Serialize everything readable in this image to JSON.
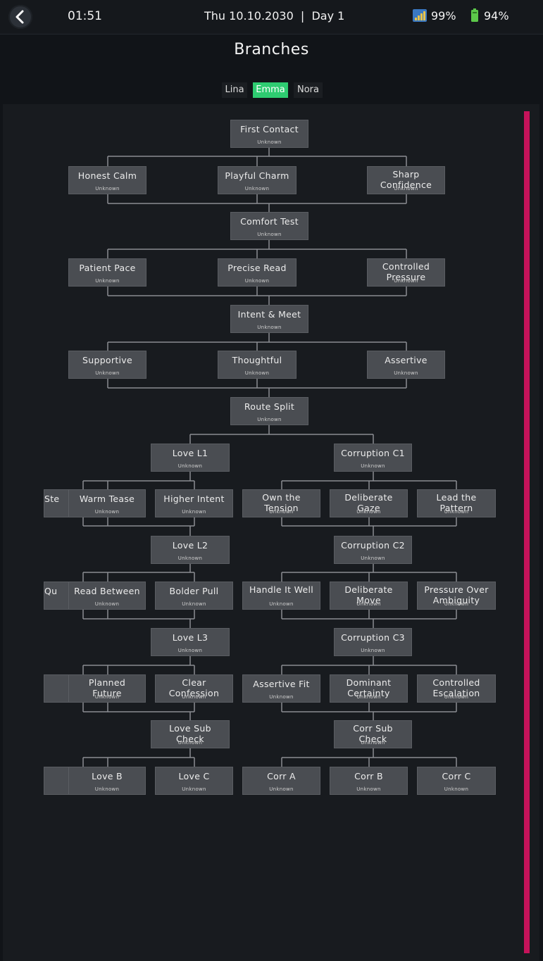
{
  "status_bar": {
    "time": "01:51",
    "date": "Thu 10.10.2030  |  Day 1",
    "signal": "99%",
    "battery": "94%"
  },
  "page": {
    "title": "Branches",
    "tabs": [
      {
        "label": "Lina",
        "active": false
      },
      {
        "label": "Emma",
        "active": true
      },
      {
        "label": "Nora",
        "active": false
      }
    ]
  },
  "colors": {
    "accent_active_tab": "#2ecc71",
    "scrollbar": "#c4135a",
    "node_bg": "#4a4d52",
    "line": "#8a8d92"
  },
  "icons": {
    "back": "chevron-left-icon",
    "signal": "signal-bars-icon",
    "battery": "battery-icon"
  },
  "tree": [
    {
      "id": "first-contact",
      "label": "First Contact",
      "status": "Unknown"
    },
    {
      "id": "honest-calm",
      "label": "Honest Calm",
      "status": "Unknown"
    },
    {
      "id": "playful-charm",
      "label": "Playful Charm",
      "status": "Unknown"
    },
    {
      "id": "sharp-confidence",
      "label": "Sharp Confidence",
      "status": "Unknown"
    },
    {
      "id": "comfort-test",
      "label": "Comfort Test",
      "status": "Unknown"
    },
    {
      "id": "patient-pace",
      "label": "Patient Pace",
      "status": "Unknown"
    },
    {
      "id": "precise-read",
      "label": "Precise Read",
      "status": "Unknown"
    },
    {
      "id": "controlled-pressure",
      "label": "Controlled Pressure",
      "status": "Unknown"
    },
    {
      "id": "intent-meet",
      "label": "Intent & Meet",
      "status": "Unknown"
    },
    {
      "id": "supportive",
      "label": "Supportive",
      "status": "Unknown"
    },
    {
      "id": "thoughtful",
      "label": "Thoughtful",
      "status": "Unknown"
    },
    {
      "id": "assertive",
      "label": "Assertive",
      "status": "Unknown"
    },
    {
      "id": "route-split",
      "label": "Route Split",
      "status": "Unknown"
    },
    {
      "id": "love-l1",
      "label": "Love L1",
      "status": "Unknown"
    },
    {
      "id": "corruption-c1",
      "label": "Corruption C1",
      "status": "Unknown"
    },
    {
      "id": "ste",
      "label": "Ste",
      "status": ""
    },
    {
      "id": "warm-tease",
      "label": "Warm Tease",
      "status": "Unknown"
    },
    {
      "id": "higher-intent",
      "label": "Higher Intent",
      "status": "Unknown"
    },
    {
      "id": "own-the-tension",
      "label": "Own the Tension",
      "status": "Unknown"
    },
    {
      "id": "deliberate-gaze",
      "label": "Deliberate Gaze",
      "status": "Unknown"
    },
    {
      "id": "lead-the-pattern",
      "label": "Lead the Pattern",
      "status": "Unknown"
    },
    {
      "id": "love-l2",
      "label": "Love L2",
      "status": "Unknown"
    },
    {
      "id": "corruption-c2",
      "label": "Corruption C2",
      "status": "Unknown"
    },
    {
      "id": "qu",
      "label": "Qu",
      "status": ""
    },
    {
      "id": "read-between",
      "label": "Read Between",
      "status": "Unknown"
    },
    {
      "id": "bolder-pull",
      "label": "Bolder Pull",
      "status": "Unknown"
    },
    {
      "id": "handle-it-well",
      "label": "Handle It Well",
      "status": "Unknown"
    },
    {
      "id": "deliberate-move",
      "label": "Deliberate Move",
      "status": "Unknown"
    },
    {
      "id": "pressure-over-ambiguity",
      "label": "Pressure Over Ambiguity",
      "status": "Unknown"
    },
    {
      "id": "love-l3",
      "label": "Love L3",
      "status": "Unknown"
    },
    {
      "id": "corruption-c3",
      "label": "Corruption C3",
      "status": "Unknown"
    },
    {
      "id": "planned-future",
      "label": "Planned Future",
      "status": "Unknown"
    },
    {
      "id": "clear-confession",
      "label": "Clear Confession",
      "status": "Unknown"
    },
    {
      "id": "assertive-fit",
      "label": "Assertive Fit",
      "status": "Unknown"
    },
    {
      "id": "dominant-certainty",
      "label": "Dominant Certainty",
      "status": "Unknown"
    },
    {
      "id": "controlled-escalation",
      "label": "Controlled Escalation",
      "status": "Unknown"
    },
    {
      "id": "love-sub-check",
      "label": "Love Sub Check",
      "status": "Unknown"
    },
    {
      "id": "corr-sub-check",
      "label": "Corr Sub Check",
      "status": "Unknown"
    },
    {
      "id": "love-b",
      "label": "Love B",
      "status": "Unknown"
    },
    {
      "id": "love-c",
      "label": "Love C",
      "status": "Unknown"
    },
    {
      "id": "corr-a",
      "label": "Corr A",
      "status": "Unknown"
    },
    {
      "id": "corr-b",
      "label": "Corr B",
      "status": "Unknown"
    },
    {
      "id": "corr-c",
      "label": "Corr C",
      "status": "Unknown"
    }
  ]
}
